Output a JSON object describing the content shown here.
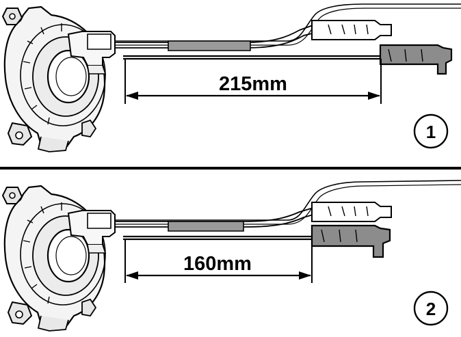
{
  "panels": [
    {
      "badge": "1",
      "dimension": "215mm"
    },
    {
      "badge": "2",
      "dimension": "160mm"
    }
  ],
  "colors": {
    "ink": "#000000",
    "paper": "#ffffff",
    "sleeve": "#9a9a9a",
    "connector_dark": "#8c8c8c",
    "body_light": "#f2f2f2"
  },
  "icons": [
    "clock-spring-icon",
    "connector-icon",
    "plug-icon"
  ]
}
